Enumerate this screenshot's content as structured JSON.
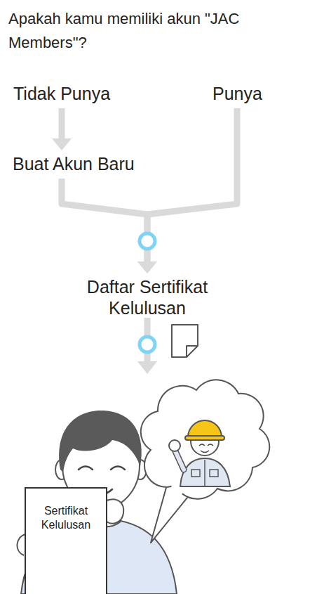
{
  "diagram": {
    "title": "Apakah kamu memiliki akun \"JAC Members\"?",
    "nodes": [
      {
        "text": [
          "Tidak Punya"
        ]
      },
      {
        "text": [
          "Punya"
        ]
      },
      {
        "text": [
          "Buat Akun Baru"
        ]
      },
      {
        "text": [
          "Daftar Sertifikat Kelulusan"
        ]
      },
      {
        "text": [
          "Sertifikat Kelulusan"
        ]
      }
    ],
    "edges": [
      {
        "from": 0,
        "to": 2,
        "arrow": "to"
      },
      {
        "from": 2,
        "to": 3,
        "arrow": "to"
      },
      {
        "from": 1,
        "to": 3,
        "arrow": "to"
      }
    ]
  }
}
